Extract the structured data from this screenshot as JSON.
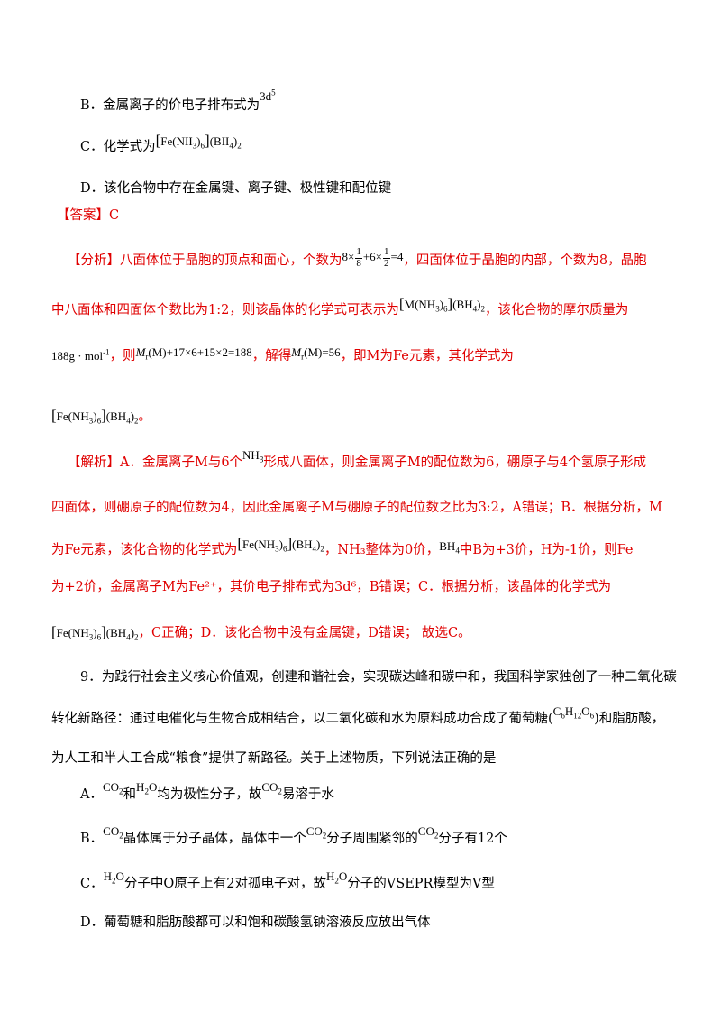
{
  "q8": {
    "option_b": "B．金属离子的价电子排布式为",
    "option_b_formula": "3d",
    "option_b_sup": "5",
    "option_c": "C．化学式为",
    "option_c_f1": "Fe(NII",
    "option_c_f1_sub": "3",
    "option_c_f1_sub2": "6",
    "option_c_f2": "(BII",
    "option_c_f2_sub": "4",
    "option_c_f2_sub2": "2",
    "option_d": "D．该化合物中存在金属键、离子键、极性键和配位键",
    "answer": "【答案】C",
    "analysis_1a": "【分析】八面体位于晶胞的顶点和面心，个数为",
    "analysis_1_math": "8 × 1/8 + 6 × 1/2 = 4",
    "analysis_1b": "，四面体位于晶胞的内部，个数为8，晶胞",
    "analysis_2a": "中八面体和四面体个数比为1:2，则该晶体的化学式可表示为",
    "analysis_2_formula": "[M(NH3)6](BH4)2",
    "analysis_2b": "，该化合物的摩尔质量为",
    "analysis_3_mass": "188g · mol",
    "analysis_3_mass_sup": "-1",
    "analysis_3a": "，则",
    "analysis_3_eq1": "Mr(M) + 17 × 6 + 15 × 2 = 188",
    "analysis_3b": "，解得",
    "analysis_3_eq2": "Mr(M) = 56",
    "analysis_3c": "，即M为Fe元素，其化学式为",
    "analysis_4_formula": "[Fe(NH3)6](BH4)2",
    "analysis_4_end": "。",
    "explain_1a": "【解析】A．金属离子M与6个",
    "explain_1_f": "NH3",
    "explain_1b": "形成八面体，则金属离子M的配位数为6，硼原子与4个氢原子形成",
    "explain_2": "四面体，则硼原子的配位数为4，因此金属离子M与硼原子的配位数之比为3:2，A错误；B．根据分析，M",
    "explain_3a": "为Fe元素，该化合物的化学式为",
    "explain_3_f": "[Fe(NH3)6](BH4)2",
    "explain_3b": "，NH₃整体为0价，",
    "explain_3_f2": "BH",
    "explain_3_f2_sub": "4",
    "explain_3c": "中B为+3价，H为-1价，则Fe",
    "explain_4": "为+2价，金属离子M为Fe²⁺，其价电子排布式为3d⁶，B错误；C．根据分析，该晶体的化学式为",
    "explain_5_f": "[Fe(NH3)6](BH4)2",
    "explain_5": "，C正确；D．该化合物中没有金属键，D错误； 故选C。"
  },
  "q9": {
    "stem_1": "9．为践行社会主义核心价值观，创建和谐社会，实现碳达峰和碳中和，我国科学家独创了一种二氧化碳",
    "stem_2a": "转化新路径：通过电催化与生物合成相结合，以二氧化碳和水为原料成功合成了葡萄糖(",
    "stem_2_f": "C6H12O6",
    "stem_2b": ")和脂肪酸，",
    "stem_3": "为人工和半人工合成“粮食”提供了新路径。关于上述物质，下列说法正确的是",
    "opt_a_1": "A．",
    "opt_a_2": "和",
    "opt_a_3": "均为极性分子，故",
    "opt_a_4": "易溶于水",
    "opt_b_1": "B．",
    "opt_b_2": "晶体属于分子晶体，晶体中一个",
    "opt_b_3": "分子周围紧邻的",
    "opt_b_4": "分子有12个",
    "opt_c_1": "C．",
    "opt_c_2": "分子中O原子上有2对孤电子对，故",
    "opt_c_3": "分子的VSEPR模型为V型",
    "opt_d": "D．葡萄糖和脂肪酸都可以和饱和碳酸氢钠溶液反应放出气体",
    "co2": "CO",
    "co2_sub": "2",
    "h2o_h": "H",
    "h2o_sub": "2",
    "h2o_o": "O"
  }
}
